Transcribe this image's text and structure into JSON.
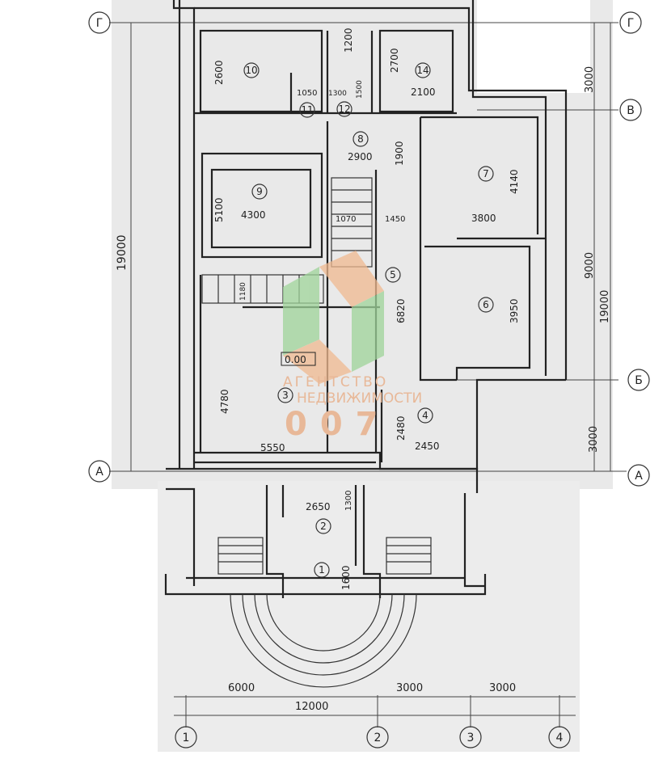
{
  "axes": {
    "rows_left": [
      "Г",
      "А"
    ],
    "rows_right": [
      "Г",
      "В",
      "Б",
      "А"
    ],
    "columns": [
      "1",
      "2",
      "3",
      "4"
    ]
  },
  "overall_dims": {
    "left_vertical": "19000",
    "right_top": "3000",
    "right_middle": "9000",
    "right_total": "19000",
    "right_bottom": "3000",
    "bottom_a": "6000",
    "bottom_b": "3000",
    "bottom_c": "3000",
    "bottom_total": "12000"
  },
  "rooms": [
    {
      "num": "10",
      "dims": [
        "2600"
      ]
    },
    {
      "num": "11",
      "dims": [
        "1050"
      ]
    },
    {
      "num": "12",
      "dims": [
        "1300",
        "1500"
      ]
    },
    {
      "num": "14",
      "dims": [
        "2700",
        "2100"
      ]
    },
    {
      "num": "8",
      "dims": [
        "2900",
        "1900"
      ]
    },
    {
      "num": "9",
      "dims": [
        "5100",
        "4300"
      ]
    },
    {
      "num": "7",
      "dims": [
        "4140",
        "3800"
      ]
    },
    {
      "num": "5",
      "dims": [
        "6820"
      ]
    },
    {
      "num": "6",
      "dims": [
        "3950"
      ]
    },
    {
      "num": "3",
      "dims": [
        "4780",
        "5550"
      ]
    },
    {
      "num": "4",
      "dims": [
        "2480",
        "2450"
      ]
    },
    {
      "num": "2",
      "dims": [
        "2650",
        "1300"
      ]
    },
    {
      "num": "1",
      "dims": [
        "1600"
      ]
    }
  ],
  "misc_dims": [
    "1200",
    "1070",
    "1450",
    "1180"
  ],
  "level_mark": "0.00",
  "watermark": {
    "line1": "АГЕНТСТВО",
    "line2": "НЕДВИЖИМОСТИ",
    "line3": "007"
  }
}
